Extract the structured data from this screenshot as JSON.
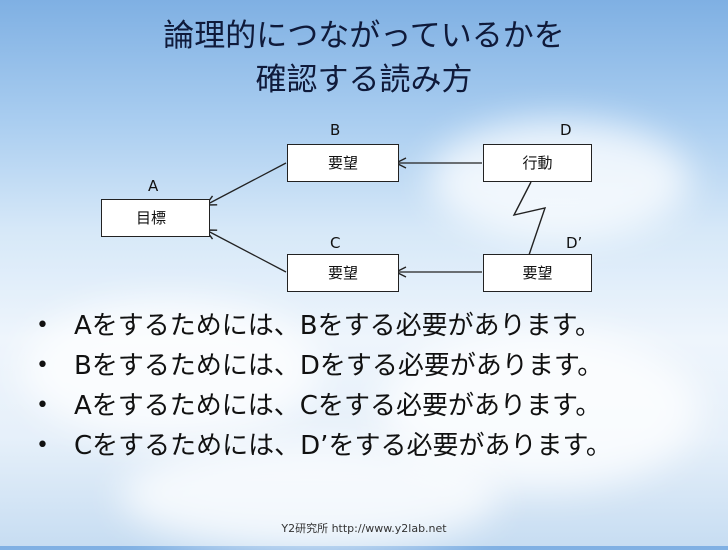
{
  "title": {
    "line1": "論理的につながっているかを",
    "line2": "確認する読み方"
  },
  "diagram": {
    "labels": {
      "a": "A",
      "b": "B",
      "c": "C",
      "d": "D",
      "d_prime": "D’"
    },
    "boxes": {
      "a": "目標",
      "b": "要望",
      "c": "要望",
      "d": "行動",
      "d_prime": "要望"
    }
  },
  "bullets": [
    "Aをするためには、Bをする必要があります。",
    "Bをするためには、Dをする必要があります。",
    "Aをするためには、Cをする必要があります。",
    "Cをするためには、D’をする必要があります。"
  ],
  "bullet_marker": "•",
  "footer": "Y2研究所 http://www.y2lab.net"
}
